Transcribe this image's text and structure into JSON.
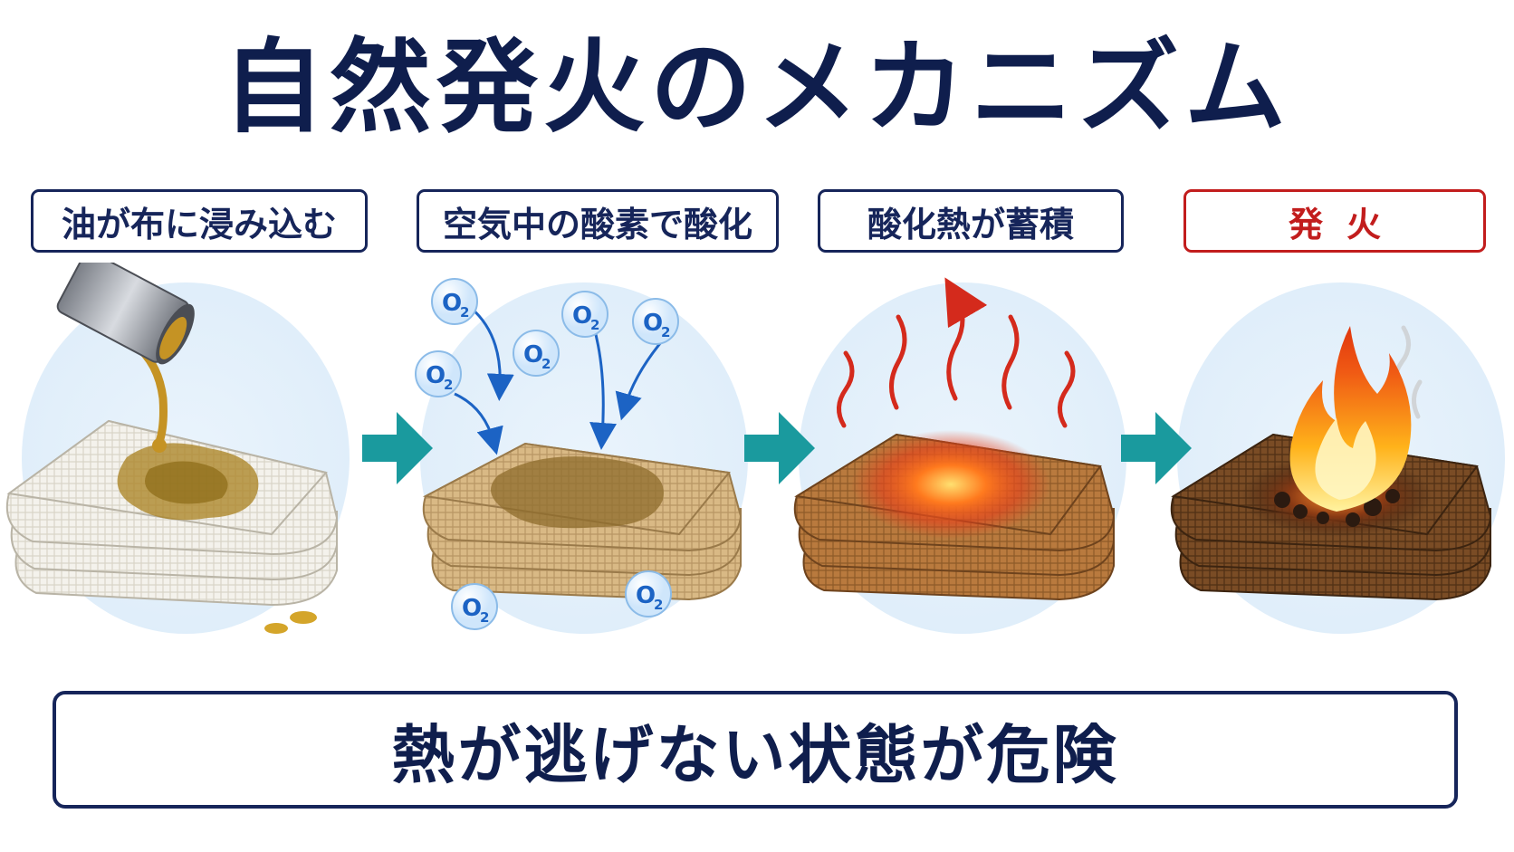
{
  "title": "自然発火のメカニズム",
  "steps": [
    {
      "label": "油が布に浸み込む"
    },
    {
      "label": "空気中の酸素で酸化"
    },
    {
      "label": "酸化熱が蓄積"
    },
    {
      "label": "発火"
    }
  ],
  "o2": {
    "symbol": "O",
    "subscript": "2"
  },
  "footer": "熱が逃げない状態が危険",
  "colors": {
    "navy": "#16255a",
    "fire_red": "#c21d1d",
    "arrow_teal": "#1a9a9e",
    "circle_bg": "#e3f0fa"
  },
  "icons": [
    "oil-can-icon",
    "towel-icon",
    "o2-molecule-icon",
    "heat-wave-icon",
    "flame-icon",
    "smoke-icon",
    "right-arrow-icon"
  ]
}
